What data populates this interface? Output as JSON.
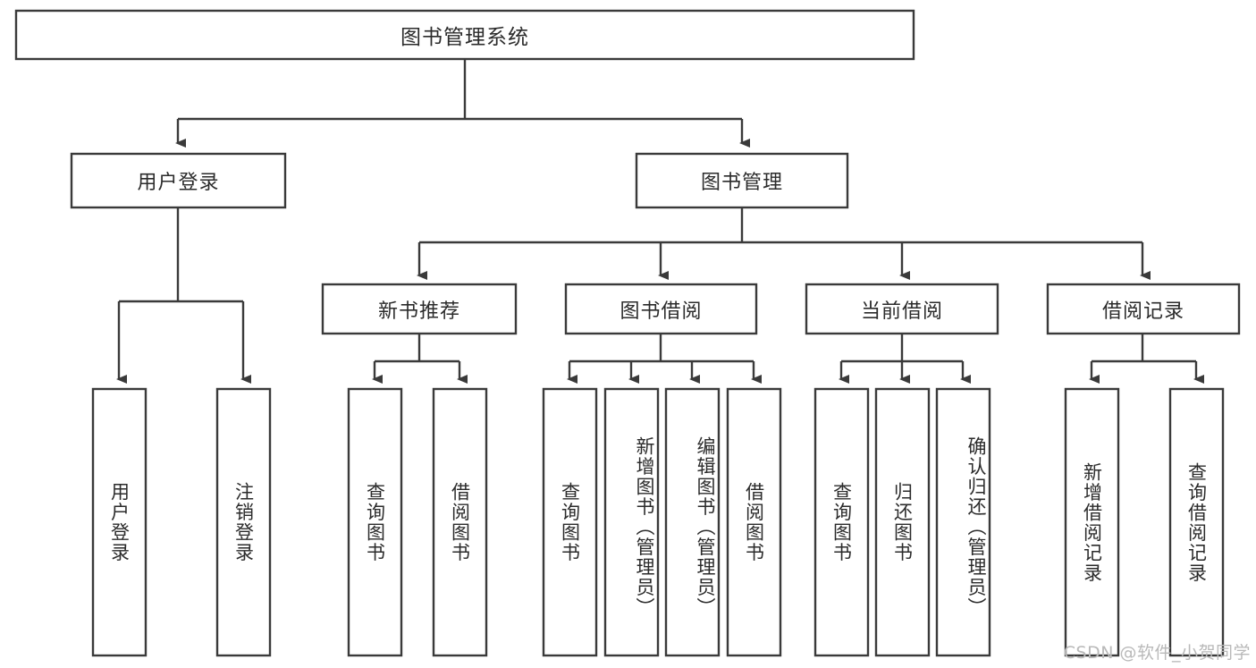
{
  "diagram": {
    "title": "图书管理系统",
    "type": "hierarchy-tree",
    "background_color": "#ffffff",
    "box_fill_color": "#ffffff",
    "box_border_color": "#3a3a3a",
    "text_color": "#2b2b2b",
    "connector_color": "#3a3a3a"
  },
  "root": {
    "label": "图书管理系统"
  },
  "level2": [
    {
      "label": "用户登录"
    },
    {
      "label": "图书管理"
    }
  ],
  "level3": [
    {
      "label": "新书推荐"
    },
    {
      "label": "图书借阅"
    },
    {
      "label": "当前借阅"
    },
    {
      "label": "借阅记录"
    }
  ],
  "leaves": {
    "user_login": [
      {
        "label": "用户登录"
      },
      {
        "label": "注销登录"
      }
    ],
    "new_book_recommend": [
      {
        "label": "查询图书"
      },
      {
        "label": "借阅图书"
      }
    ],
    "book_borrow": [
      {
        "label": "查询图书"
      },
      {
        "label": "新增图书（管理员）"
      },
      {
        "label": "编辑图书（管理员）"
      },
      {
        "label": "借阅图书"
      }
    ],
    "current_borrow": [
      {
        "label": "查询图书"
      },
      {
        "label": "归还图书"
      },
      {
        "label": "确认归还（管理员）"
      }
    ],
    "borrow_record": [
      {
        "label": "新增借阅记录"
      },
      {
        "label": "查询借阅记录"
      }
    ]
  },
  "watermark": {
    "text": "CSDN @软件_小贺同学"
  }
}
